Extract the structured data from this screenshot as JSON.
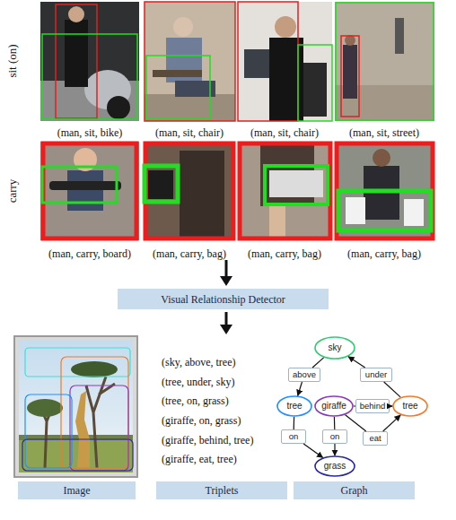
{
  "diagram": {
    "nodes": [
      {
        "text": [
          "Visual Relationship Detector"
        ]
      },
      {
        "text": [
          "sky"
        ]
      },
      {
        "text": [
          "above"
        ]
      },
      {
        "text": [
          "under"
        ]
      },
      {
        "text": [
          "tree"
        ]
      },
      {
        "text": [
          "giraffe"
        ]
      },
      {
        "text": [
          "behind"
        ]
      },
      {
        "text": [
          "tree"
        ]
      },
      {
        "text": [
          "on"
        ]
      },
      {
        "text": [
          "on"
        ]
      },
      {
        "text": [
          "eat"
        ]
      },
      {
        "text": [
          "grass"
        ]
      },
      {
        "text": [
          "Image"
        ]
      },
      {
        "text": [
          "Triplets"
        ]
      },
      {
        "text": [
          "Graph"
        ]
      }
    ],
    "edges": [
      {
        "from": 1,
        "to": 2,
        "arrow": "none"
      },
      {
        "from": 2,
        "to": 4,
        "arrow": "to"
      },
      {
        "from": 7,
        "to": 3,
        "arrow": "none"
      },
      {
        "from": 3,
        "to": 1,
        "arrow": "to"
      },
      {
        "from": 4,
        "to": 8,
        "arrow": "none"
      },
      {
        "from": 8,
        "to": 11,
        "arrow": "to"
      },
      {
        "from": 5,
        "to": 9,
        "arrow": "none"
      },
      {
        "from": 9,
        "to": 11,
        "arrow": "to"
      },
      {
        "from": 5,
        "to": 6,
        "arrow": "none"
      },
      {
        "from": 6,
        "to": 7,
        "arrow": "to"
      },
      {
        "from": 5,
        "to": 10,
        "arrow": "none"
      },
      {
        "from": 10,
        "to": 7,
        "arrow": "to"
      }
    ],
    "labels": [
      "sit (on)",
      "(man, sit, bike)",
      "(man, sit, chair)",
      "(man, sit, chair)",
      "(man, sit, street)",
      "carry",
      "(man, carry, board)",
      "(man, carry, bag)",
      "(man, carry, bag)",
      "(man, carry, bag)",
      "(sky, above, tree)",
      "(tree, under, sky)",
      "(tree, on, grass)",
      "(giraffe, on, grass)",
      "(giraffe, behind, tree)",
      "(giraffe, eat, tree)"
    ]
  }
}
